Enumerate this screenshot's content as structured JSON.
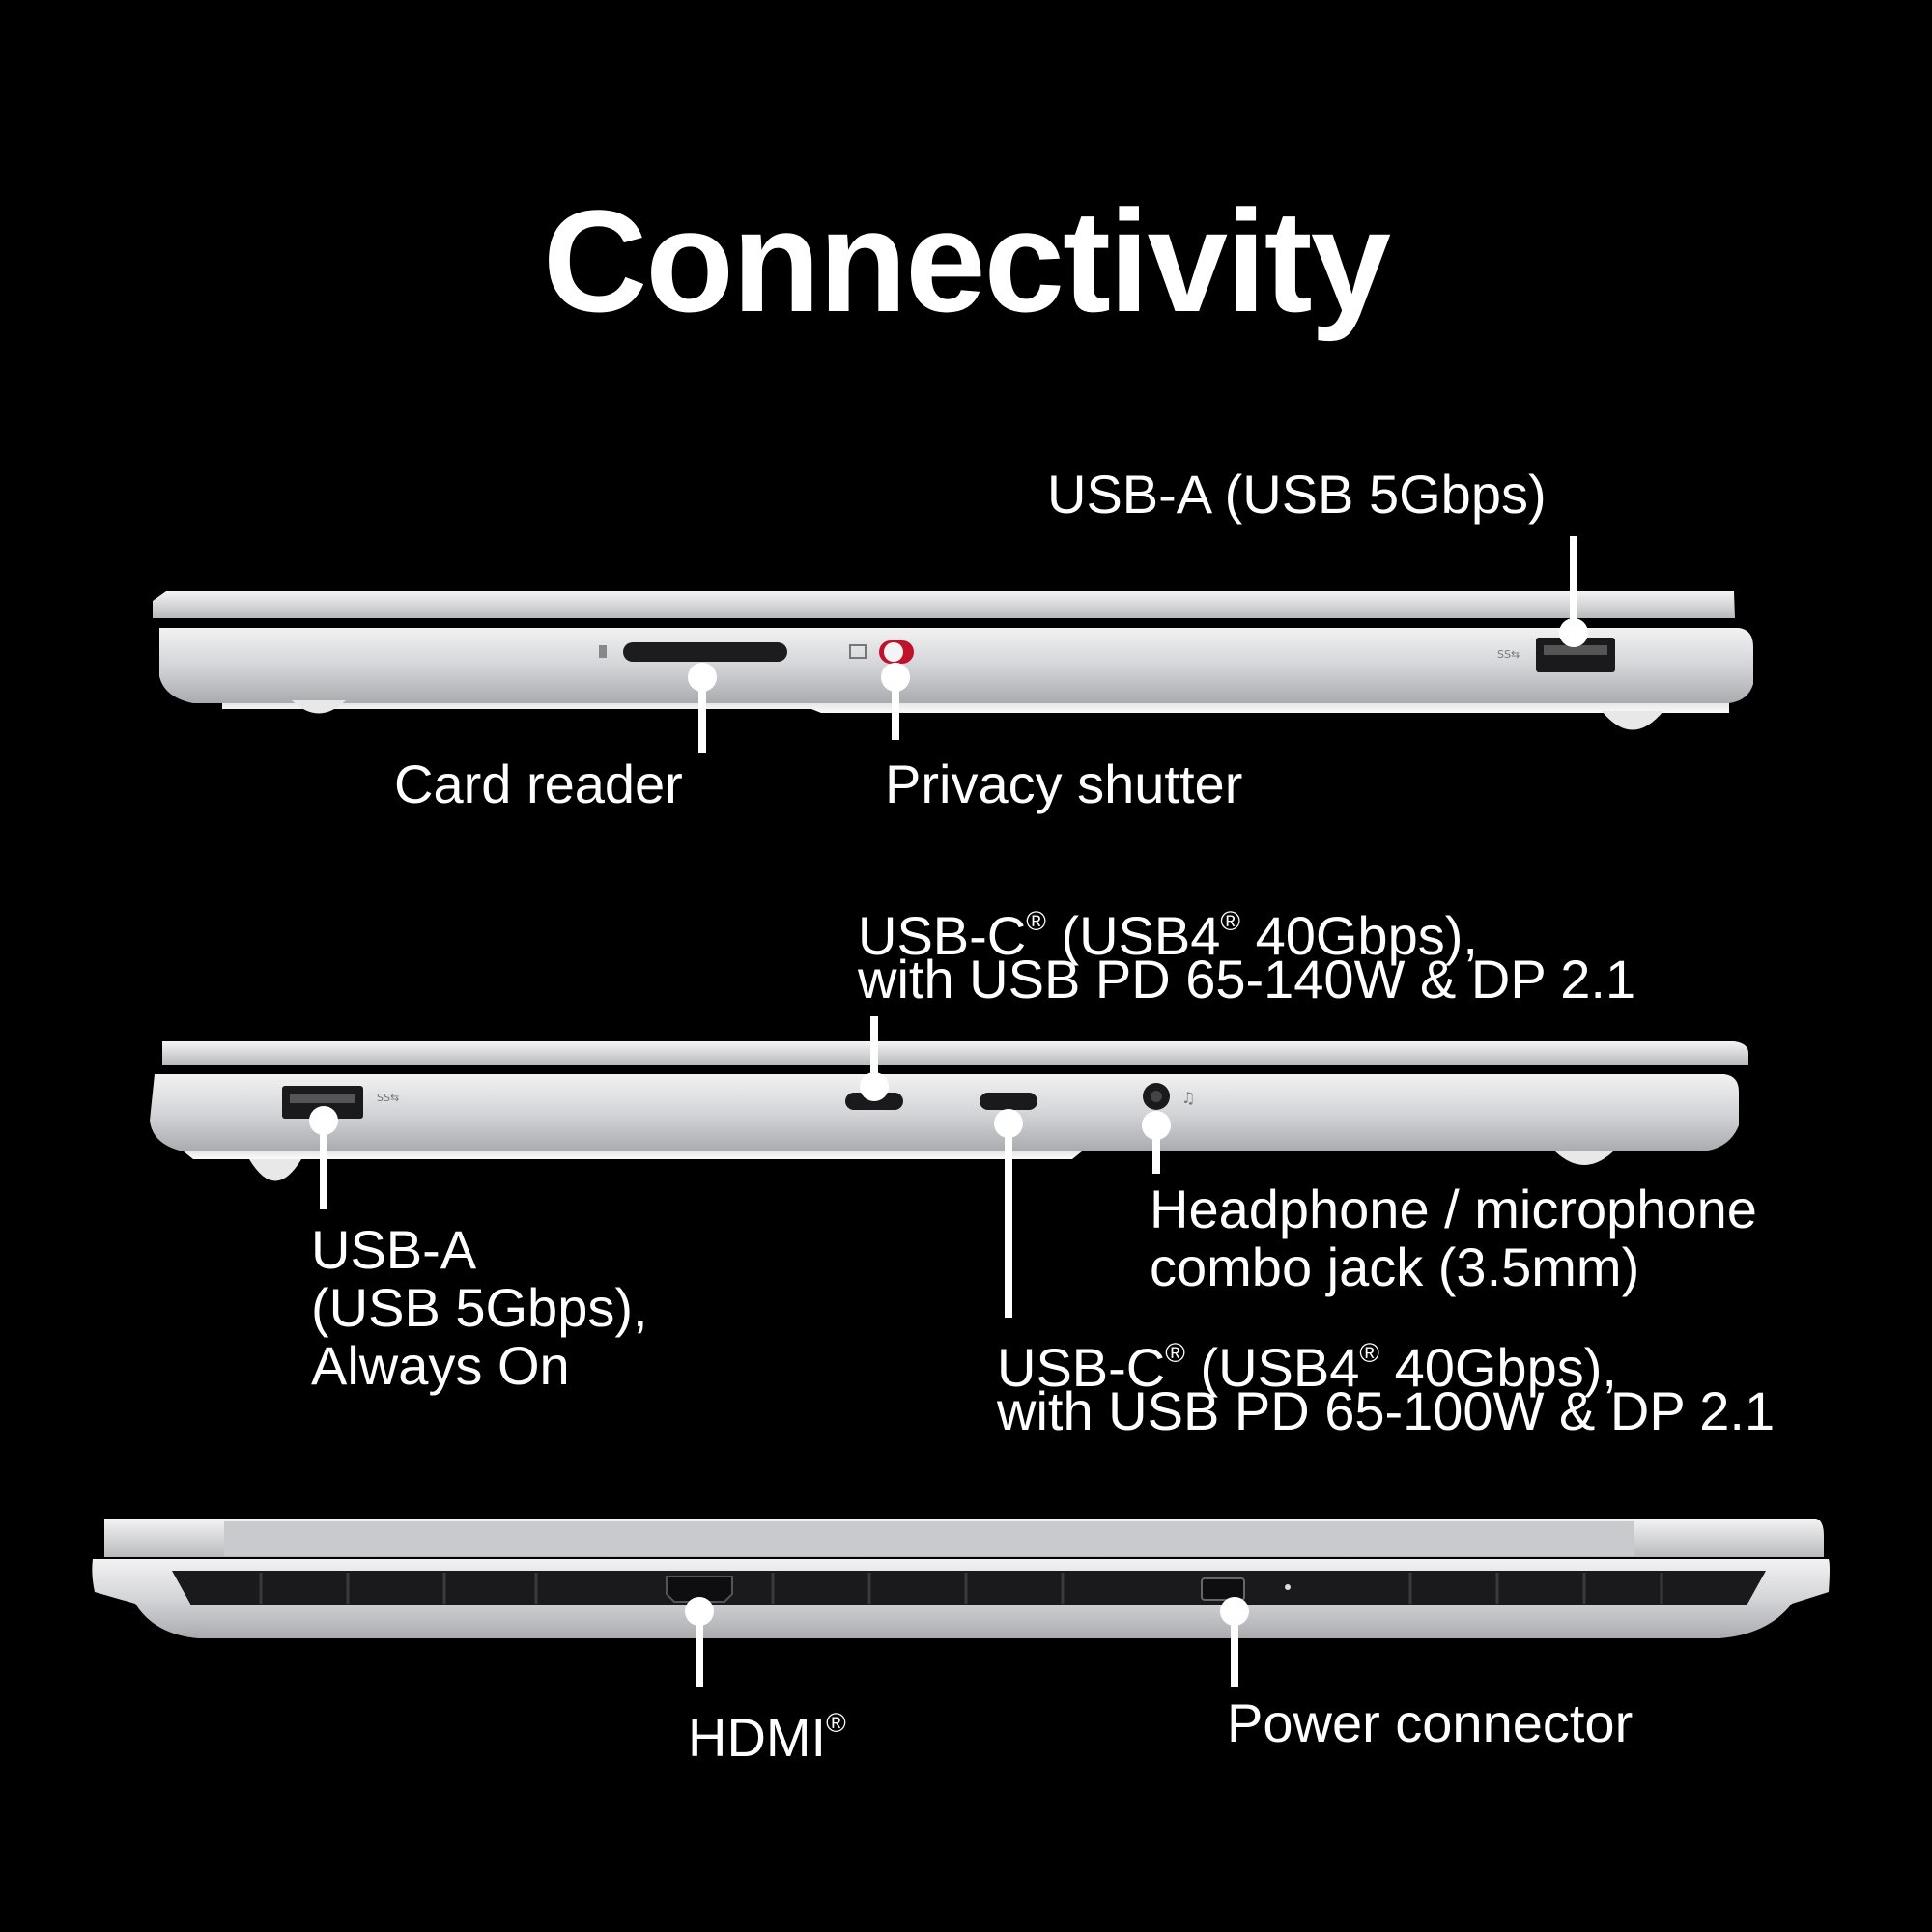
{
  "title": "Connectivity",
  "views": [
    {
      "name": "right-side",
      "callouts": {
        "usb_a": "USB-A (USB 5Gbps)",
        "card_reader": "Card reader",
        "privacy_shutter": "Privacy shutter"
      }
    },
    {
      "name": "left-side",
      "callouts": {
        "usb_c_1_line1": "USB-C",
        "usb_c_1_line1b": "(USB4",
        "usb_c_1_line1c": "40Gbps),",
        "usb_c_1_line2": "with USB PD 65-140W & DP 2.1",
        "usb_a_line1": "USB-A",
        "usb_a_line2": "(USB 5Gbps),",
        "usb_a_line3": "Always On",
        "usb_c_2_line1": "USB-C",
        "usb_c_2_line1b": "(USB4",
        "usb_c_2_line1c": "40Gbps),",
        "usb_c_2_line2": "with USB PD 65-100W & DP 2.1",
        "headphone_line1": "Headphone / microphone",
        "headphone_line2": "combo jack (3.5mm)"
      }
    },
    {
      "name": "rear",
      "callouts": {
        "hdmi": "HDMI",
        "power": "Power connector"
      }
    }
  ],
  "trademark_symbol": "®",
  "colors": {
    "background": "#000000",
    "text": "#ffffff",
    "chassis": "#d9dadc",
    "shutter_red": "#c0122a"
  }
}
